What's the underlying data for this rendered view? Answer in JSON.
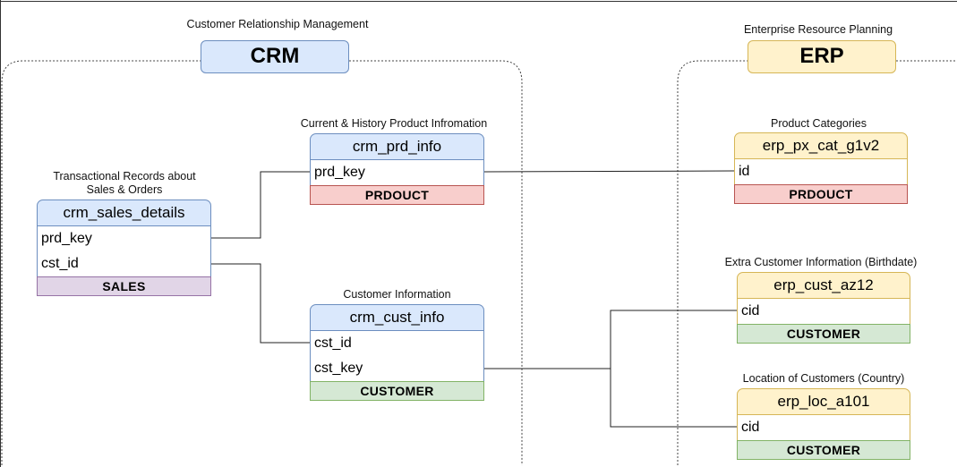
{
  "colors": {
    "crm_fill": "#dae8fc",
    "crm_stroke": "#6c8ebf",
    "erp_fill": "#fff2cc",
    "erp_stroke": "#d6b656",
    "product_fill": "#f8cecc",
    "customer_fill": "#d5e8d4",
    "sales_fill": "#e1d5e7"
  },
  "groups": {
    "crm": {
      "caption": "Customer Relationship Management",
      "title": "CRM"
    },
    "erp": {
      "caption": "Enterprise Resource Planning",
      "title": "ERP"
    }
  },
  "tables": {
    "crm_prd_info": {
      "caption": "Current & History Product Infromation",
      "name": "crm_prd_info",
      "fields": [
        "prd_key"
      ],
      "tag": "PRDOUCT"
    },
    "crm_sales_details": {
      "caption_line1": "Transactional Records about",
      "caption_line2": "Sales & Orders",
      "name": "crm_sales_details",
      "fields": [
        "prd_key",
        "cst_id"
      ],
      "tag": "SALES"
    },
    "crm_cust_info": {
      "caption": "Customer Information",
      "name": "crm_cust_info",
      "fields": [
        "cst_id",
        "cst_key"
      ],
      "tag": "CUSTOMER"
    },
    "erp_px_cat_g1v2": {
      "caption": "Product Categories",
      "name": "erp_px_cat_g1v2",
      "fields": [
        "id"
      ],
      "tag": "PRDOUCT"
    },
    "erp_cust_az12": {
      "caption": "Extra Customer Information (Birthdate)",
      "name": "erp_cust_az12",
      "fields": [
        "cid"
      ],
      "tag": "CUSTOMER"
    },
    "erp_loc_a101": {
      "caption": "Location of Customers (Country)",
      "name": "erp_loc_a101",
      "fields": [
        "cid"
      ],
      "tag": "CUSTOMER"
    }
  }
}
